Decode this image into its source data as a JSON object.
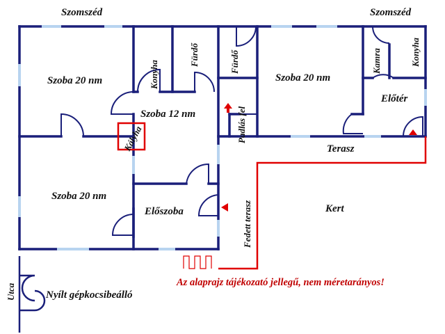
{
  "labels": {
    "neighbor_left": "Szomszéd",
    "neighbor_right": "Szomszéd",
    "room_top_left": "Szoba 20 nm",
    "kitchen_left": "Konyha",
    "bath_left": "Fürdő",
    "bath_right": "Fürdő",
    "room_top_right": "Szoba 20 nm",
    "pantry": "Kamra",
    "kitchen_right": "Konyha",
    "room_middle": "Szoba 12 nm",
    "stove": "Kályha",
    "attic": "Padlás fel",
    "hall_right": "Előtér",
    "terrace": "Terasz",
    "room_bottom_left": "Szoba 20 nm",
    "hall_left": "Előszoba",
    "covered_terrace": "Fedett terasz",
    "garden": "Kert",
    "street": "Utca",
    "parking": "Nyílt gépkocsibeálló",
    "disclaimer": "Az alaprajz tájékozató jellegű, nem méretarányos!"
  },
  "colors": {
    "wall": "#1a1f7a",
    "window": "#b8d4f0",
    "accent": "#e00000",
    "text": "#111111"
  }
}
